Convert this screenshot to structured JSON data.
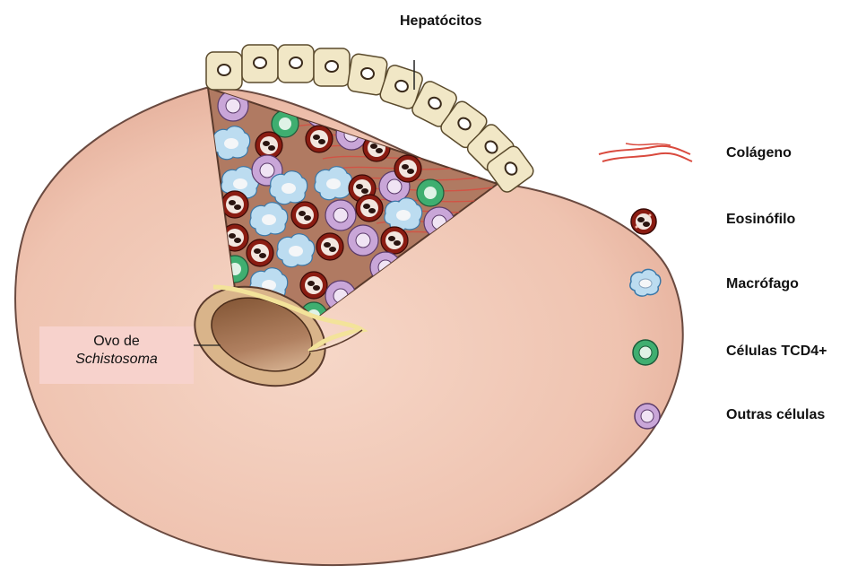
{
  "title": "Hepatócitos",
  "egg_label": {
    "line1": "Ovo de",
    "line2": "Schistosoma"
  },
  "legend": [
    {
      "key": "collagen",
      "label": "Colágeno",
      "icon": "collagen-icon"
    },
    {
      "key": "eosinophil",
      "label": "Eosinófilo",
      "icon": "eosinophil-icon"
    },
    {
      "key": "macrophage",
      "label": "Macrófago",
      "icon": "macrophage-icon"
    },
    {
      "key": "tcd4",
      "label": "Células TCD4+",
      "icon": "tcd4-cell-icon"
    },
    {
      "key": "other",
      "label": "Outras células",
      "icon": "other-cell-icon"
    }
  ],
  "colors": {
    "granuloma": "#f0c4b2",
    "granuloma_edge": "#6a4a40",
    "hepatocyte": "#f1e7c6",
    "collagen": "#d94a3e",
    "eosinophil": "#8a1c12",
    "macrophage": "#bcdcf0",
    "tcd4": "#3fae70",
    "other": "#c9a6d8",
    "egg_label_bg": "#f7d2cc"
  }
}
